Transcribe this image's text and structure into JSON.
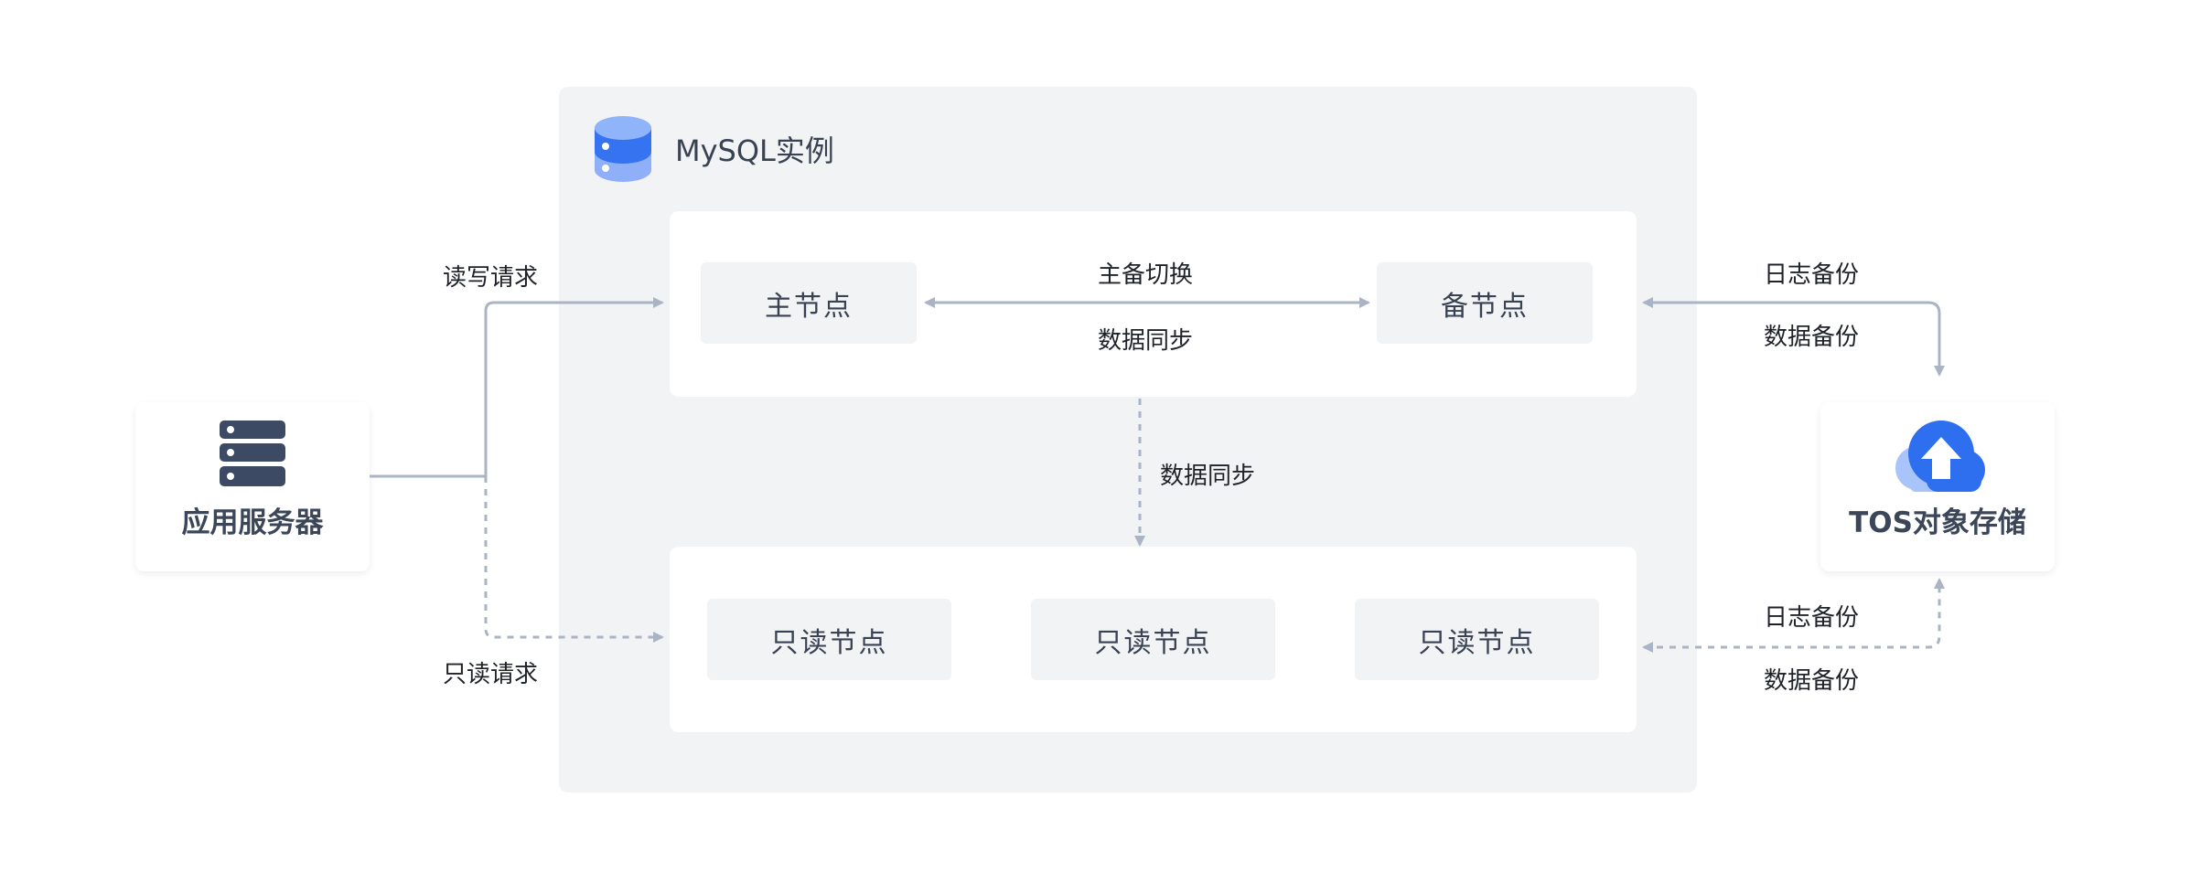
{
  "colors": {
    "line": "#aab4c5",
    "node_bg": "#f2f3f5",
    "accent": "#2e6ff0",
    "server": "#3d4a63"
  },
  "app_server": {
    "label": "应用服务器",
    "icon": "server-icon"
  },
  "instance": {
    "title": "MySQL实例",
    "icon": "database-icon"
  },
  "primary": {
    "master_label": "主节点",
    "standby_label": "备节点",
    "switch_label": "主备切换",
    "sync_label": "数据同步"
  },
  "replica_sync_label": "数据同步",
  "read_write_label": "读写请求",
  "read_only_request_label": "只读请求",
  "read_nodes": [
    "只读节点",
    "只读节点",
    "只读节点"
  ],
  "tos": {
    "label": "TOS对象存储",
    "icon": "cloud-upload-icon"
  },
  "backup_top": {
    "log_label": "日志备份",
    "data_label": "数据备份"
  },
  "backup_bottom": {
    "log_label": "日志备份",
    "data_label": "数据备份"
  }
}
